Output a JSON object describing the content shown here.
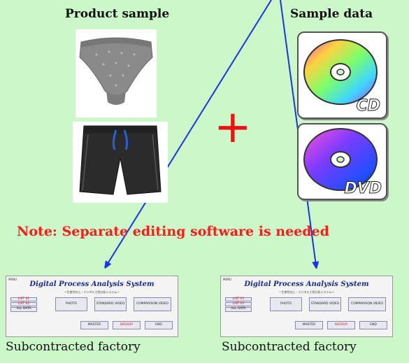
{
  "headings": {
    "product": "Product sample",
    "sample": "Sample data"
  },
  "discs": [
    {
      "label": "CD",
      "icon": "cd-icon"
    },
    {
      "label": "DVD",
      "icon": "dvd-icon"
    }
  ],
  "plus_sign": "+",
  "note": "Note: Separate editing software is needed",
  "screens": [
    {
      "menu": "MENU",
      "title": "Digital Process Analysis System",
      "subtitle": "～生産性向上・デジタル工程分析システム～",
      "buttons": {
        "list1": "LIST 01",
        "list2": "LIST 02",
        "all_data": "ALL DATA",
        "photo": "PHOTO",
        "standard_video": "STANDARD VIDEO",
        "comparison_video": "COMPARISON VIDEO",
        "master": "MASTER",
        "backup": "BACKUP",
        "end": "END"
      },
      "caption": "Subcontracted factory"
    },
    {
      "menu": "MENU",
      "title": "Digital Process Analysis System",
      "subtitle": "～生産性向上・デジタル工程分析システム～",
      "buttons": {
        "list1": "LIST 01",
        "list2": "LIST 02",
        "all_data": "ALL DATA",
        "photo": "PHOTO",
        "standard_video": "STANDARD VIDEO",
        "comparison_video": "COMPARISON VIDEO",
        "master": "MASTER",
        "backup": "BACKUP",
        "end": "END"
      },
      "caption": "Subcontracted factory"
    }
  ],
  "colors": {
    "background": "#cbf7c9",
    "arrow": "#1a33ee",
    "note": "#ff1a1a",
    "plus": "#ee1111"
  }
}
